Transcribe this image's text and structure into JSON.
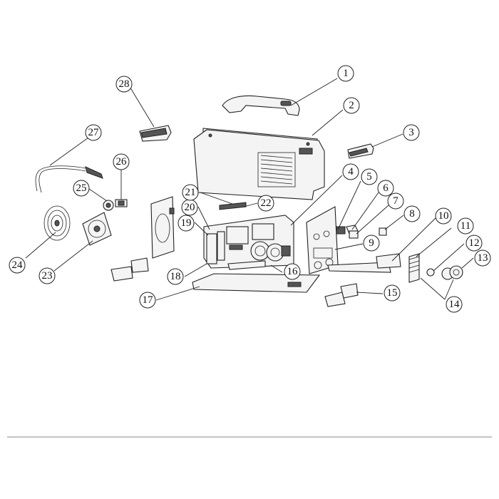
{
  "diagram": {
    "callouts": [
      "1",
      "2",
      "3",
      "4",
      "5",
      "6",
      "7",
      "8",
      "9",
      "10",
      "11",
      "12",
      "13",
      "14",
      "15",
      "16",
      "17",
      "18",
      "19",
      "20",
      "21",
      "22",
      "23",
      "24",
      "25",
      "26",
      "27",
      "28"
    ]
  }
}
